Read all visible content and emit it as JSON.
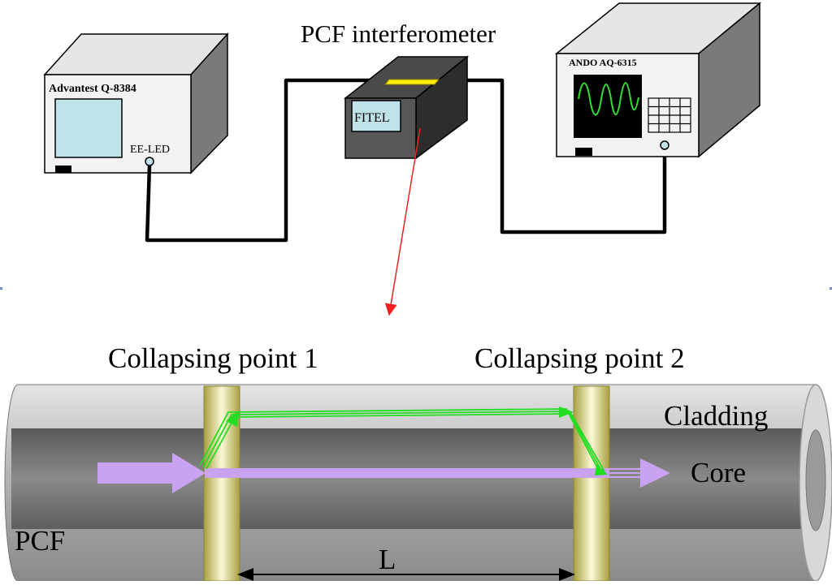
{
  "title": "PCF interferometer",
  "source_device": {
    "label": "Advantest Q-8384",
    "port_label": "EE-LED"
  },
  "analyzer_device": {
    "label": "ANDO AQ-6315"
  },
  "splicer_label": "FITEL",
  "fiber": {
    "label_point1": "Collapsing point 1",
    "label_point2": "Collapsing point 2",
    "cladding_label": "Cladding",
    "core_label": "Core",
    "pcf_label": "PCF",
    "length_label": "L"
  },
  "colors": {
    "core_beam": "#c9a3f2",
    "cladding_beam": "#22dd22",
    "pointer_arrow": "#ee2222",
    "screen": "#bfe3e8",
    "osa_screen": "#000000",
    "osa_trace": "#33dd33",
    "collapse_band": "#e8e2a0",
    "splicer_strip": "#ffee00"
  }
}
